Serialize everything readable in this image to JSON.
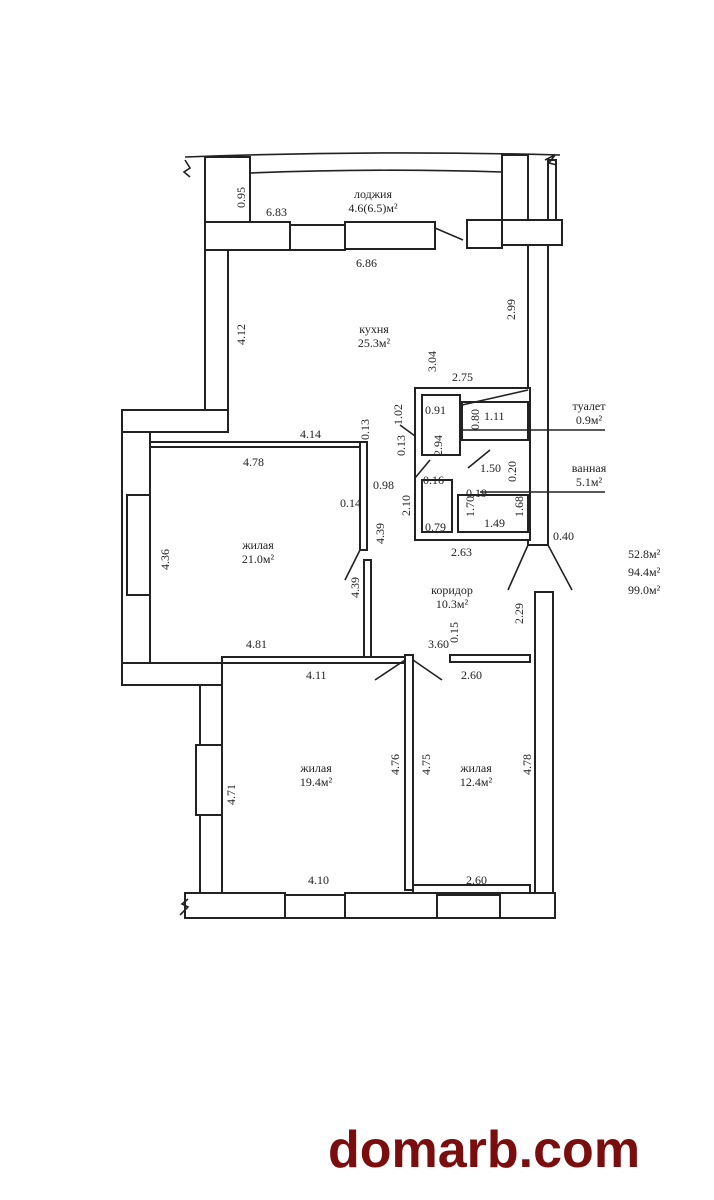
{
  "rooms": {
    "loggia": {
      "name": "лоджия",
      "area": "4.6(6.5)м²"
    },
    "kitchen": {
      "name": "кухня",
      "area": "25.3м²"
    },
    "toilet": {
      "name": "туалет",
      "area": "0.9м²"
    },
    "bath": {
      "name": "ванная",
      "area": "5.1м²"
    },
    "living1": {
      "name": "жилая",
      "area": "21.0м²"
    },
    "corridor": {
      "name": "коридор",
      "area": "10.3м²"
    },
    "living2": {
      "name": "жилая",
      "area": "19.4м²"
    },
    "living3": {
      "name": "жилая",
      "area": "12.4м²"
    }
  },
  "dimensions": [
    "0.95",
    "6.83",
    "6.86",
    "4.12",
    "2.99",
    "3.04",
    "2.75",
    "0.91",
    "0.80",
    "1.11",
    "1.02",
    "0.13",
    "0.13",
    "2.94",
    "1.50",
    "0.20",
    "0.16",
    "0.19",
    "4.14",
    "4.78",
    "0.98",
    "0.14",
    "2.10",
    "1.70",
    "1.68",
    "0.79",
    "1.49",
    "2.63",
    "0.40",
    "4.36",
    "4.39",
    "4.39",
    "4.81",
    "2.29",
    "3.60",
    "0.15",
    "4.11",
    "2.60",
    "4.71",
    "4.76",
    "4.75",
    "4.78",
    "4.10",
    "2.60"
  ],
  "totals": [
    "52.8м²",
    "94.4м²",
    "99.0м²"
  ],
  "watermark": "domarb.com"
}
